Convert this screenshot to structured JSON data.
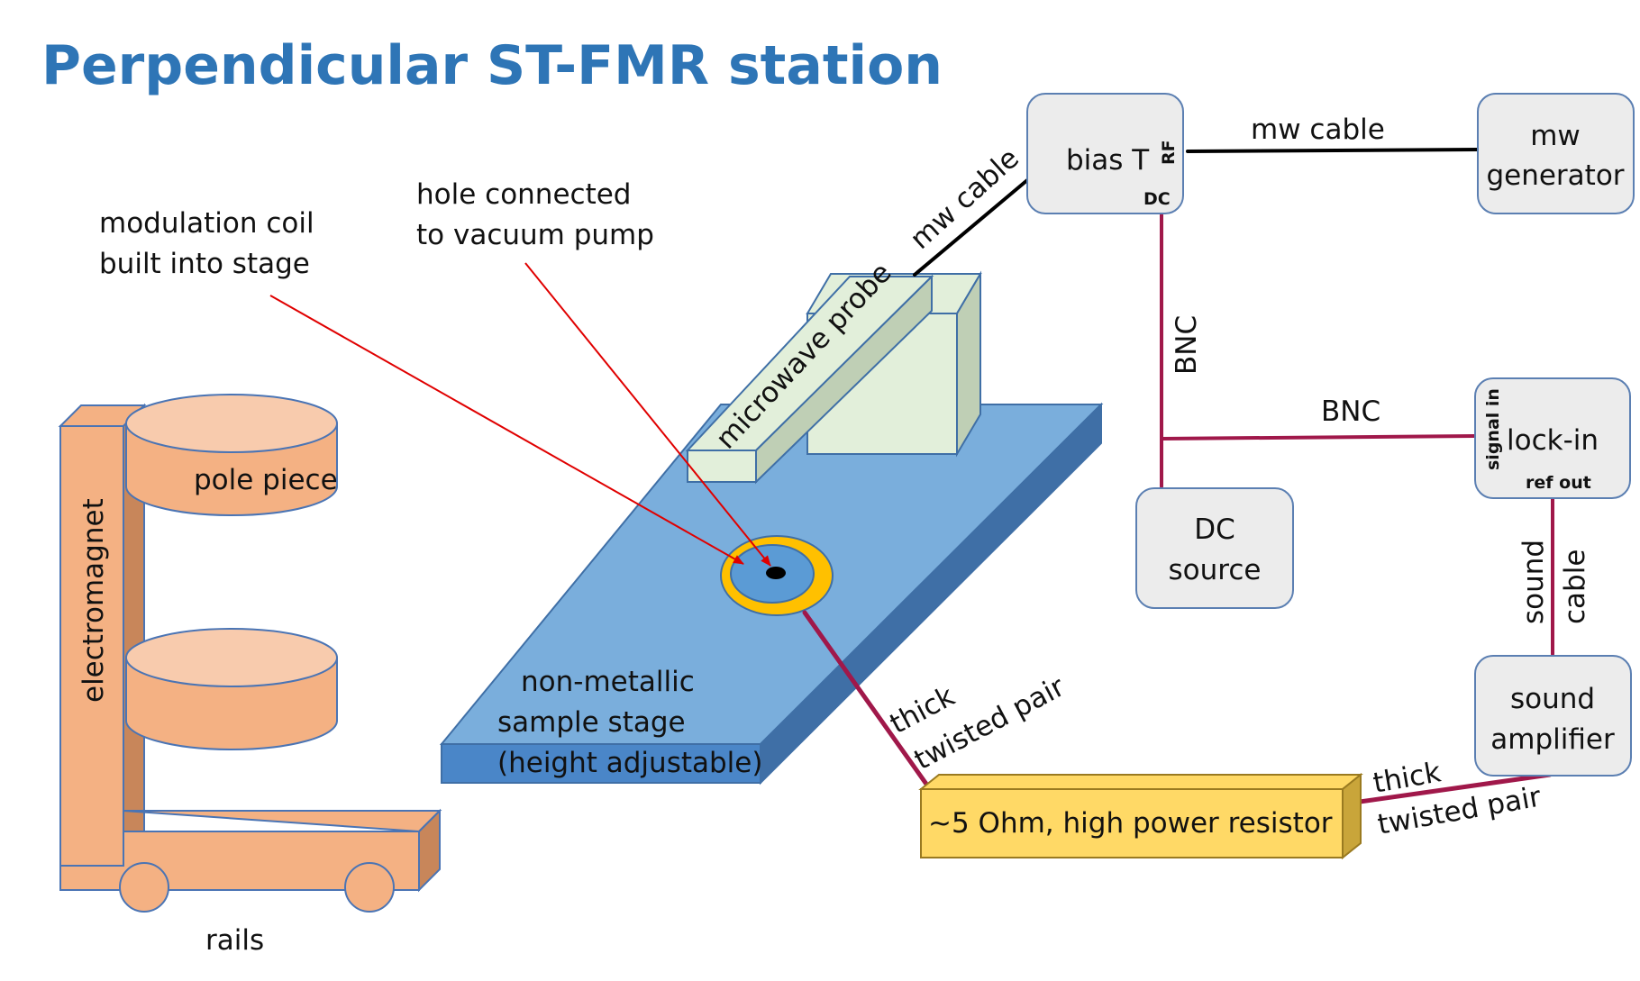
{
  "title": "Perpendicular ST-FMR station",
  "colors": {
    "title": "#2e75b6",
    "magnet_fill": "#f4b183",
    "magnet_stroke": "#4a74b4",
    "stage_top": "#7aaedc",
    "stage_front": "#4a86c8",
    "stage_side": "#3f6fa6",
    "probe_fill": "#e2efda",
    "probe_side": "#bfcfb5",
    "resistor_fill": "#ffd966",
    "box_fill": "#ececec",
    "box_stroke": "#5b7fb2",
    "bnc_line": "#a0184a",
    "mw_line": "#000000",
    "pointer": "#e00000",
    "ring": "#ffc000",
    "hole": "#000000"
  },
  "icons": [
    "electromagnet-shape",
    "sample-stage-shape",
    "microwave-probe-shape",
    "resistor-shape"
  ],
  "annotations": {
    "modulation_coil": [
      "modulation coil",
      "built into stage"
    ],
    "vacuum_hole": [
      "hole connected",
      "to vacuum pump"
    ]
  },
  "magnet": {
    "pole_piece": "pole piece",
    "electromagnet": "electromagnet",
    "rails": "rails"
  },
  "stage": {
    "lines": [
      "non-metallic",
      "sample stage",
      "(height adjustable)"
    ],
    "probe": "microwave probe"
  },
  "instruments": {
    "bias_t": "bias T",
    "bias_t_rf": "RF",
    "bias_t_dc": "DC",
    "mw_generator": [
      "mw",
      "generator"
    ],
    "lock_in": "lock-in",
    "lock_in_signal": "signal in",
    "lock_in_ref": "ref out",
    "dc_source": [
      "DC",
      "source"
    ],
    "sound_amplifier": [
      "sound",
      "amplifier"
    ],
    "resistor": "~5 Ohm, high power resistor"
  },
  "cables": {
    "mw_probe_bias": "mw cable",
    "mw_bias_generator": "mw cable",
    "bnc_vertical": "BNC",
    "bnc_horizontal": "BNC",
    "sound_cable": [
      "sound",
      "cable"
    ],
    "stage_resistor": [
      "thick",
      "twisted pair"
    ],
    "resistor_amp": [
      "thick",
      "twisted pair"
    ]
  }
}
